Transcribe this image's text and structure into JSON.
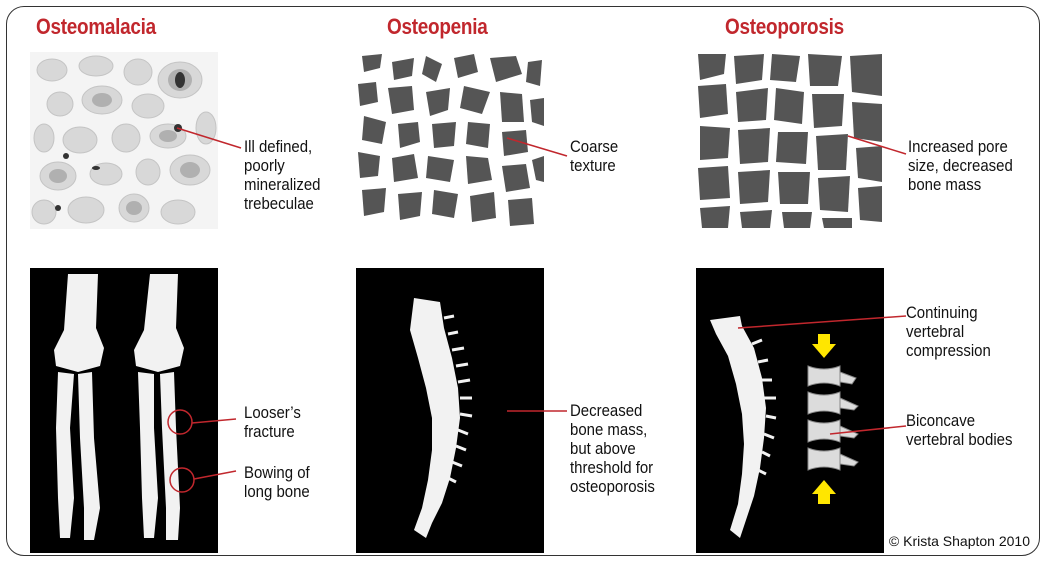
{
  "columns": [
    {
      "title": "Osteomalacia",
      "texture_label": [
        "Ill defined,",
        "poorly",
        "mineralized",
        "trebeculae"
      ],
      "bone_labels": [
        [
          "Looser’s",
          "fracture"
        ],
        [
          "Bowing of",
          "long bone"
        ]
      ]
    },
    {
      "title": "Osteopenia",
      "texture_label": [
        "Coarse",
        "texture"
      ],
      "bone_labels": [
        [
          "Decreased",
          "bone mass,",
          "but above",
          "threshold for",
          "osteoporosis"
        ]
      ]
    },
    {
      "title": "Osteoporosis",
      "texture_label": [
        "Increased pore",
        "size, decreased",
        "bone mass"
      ],
      "bone_labels": [
        [
          "Continuing",
          "vertebral",
          "compression"
        ],
        [
          "Biconcave",
          "vertebral bodies"
        ]
      ]
    }
  ],
  "credit": "© Krista Shapton 2010",
  "colors": {
    "title_red": "#c1272d",
    "leader_red": "#c1272d",
    "bone_black_bg": "#000000",
    "bone_white": "#f2f2f2",
    "pore_dark": "#555555",
    "arrow_yellow": "#ffe600"
  }
}
